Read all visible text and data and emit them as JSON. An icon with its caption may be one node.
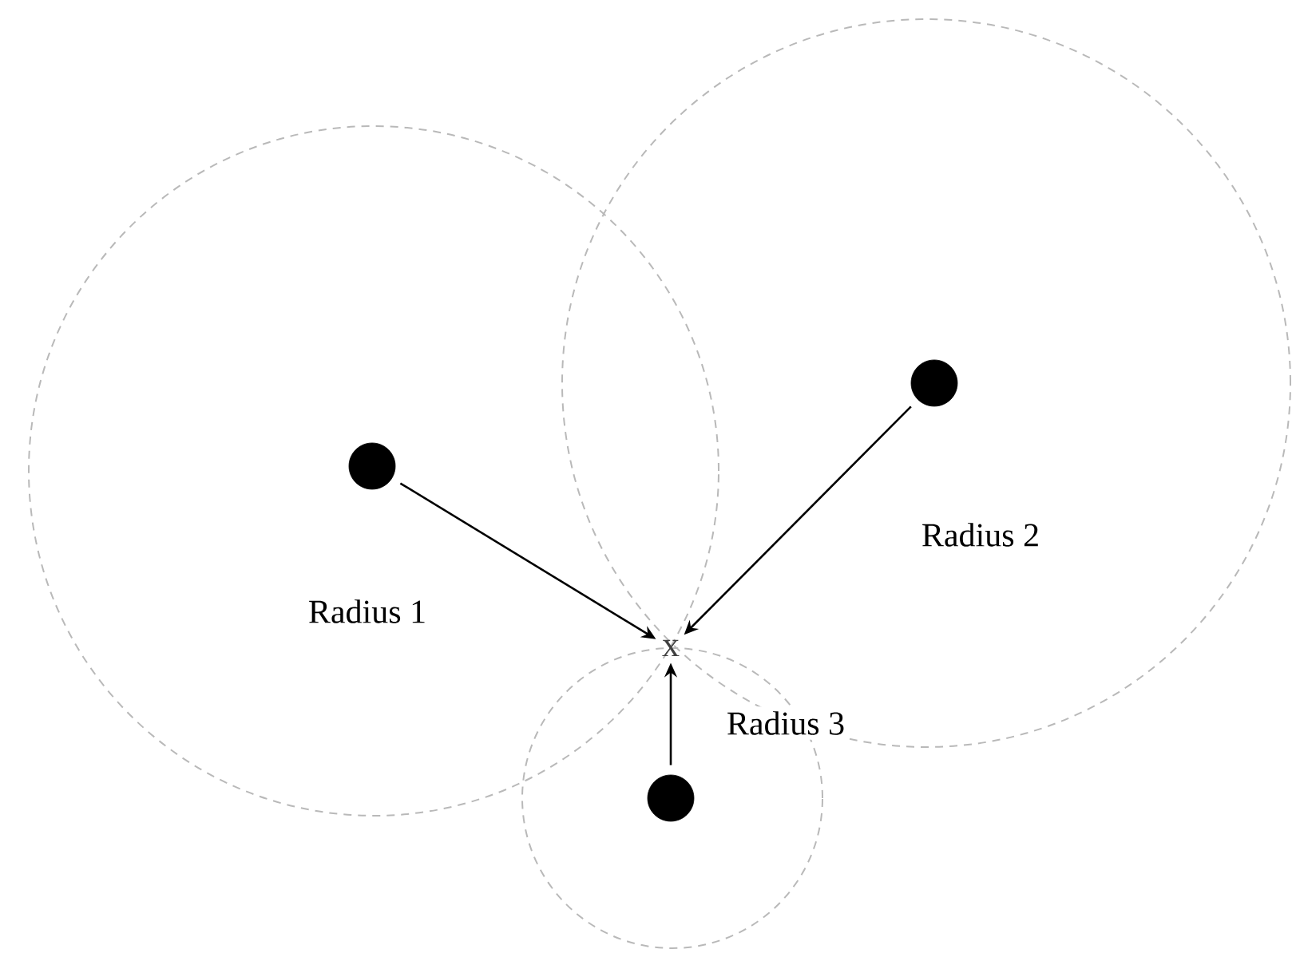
{
  "diagram": {
    "nodes": [
      {
        "text": [],
        "shape": "circle"
      },
      {
        "text": [],
        "shape": "circle"
      },
      {
        "text": [
          "x"
        ]
      },
      {
        "text": [],
        "shape": "circle"
      }
    ],
    "edges": [
      {
        "from": 1,
        "to": 2,
        "arrow": "to",
        "label": "Radius 1"
      },
      {
        "from": 0,
        "to": 2,
        "arrow": "to",
        "label": "Radius 2"
      },
      {
        "from": 3,
        "to": 2,
        "arrow": "to",
        "label": "Radius 3"
      }
    ]
  }
}
